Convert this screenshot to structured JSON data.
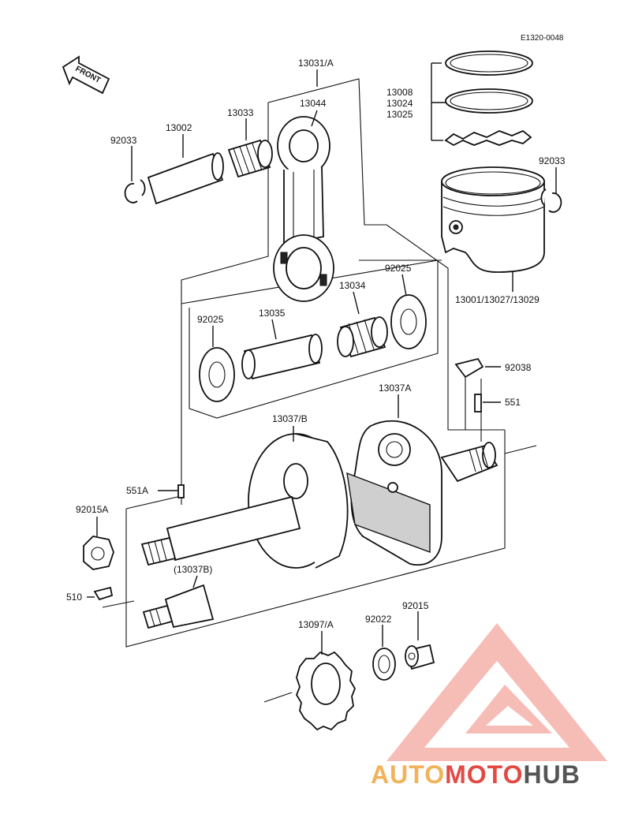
{
  "diagram_code": "E1320-0048",
  "front_label": "FRONT",
  "labels": {
    "rod_assy": "13031/A",
    "connecting_rod": "13044",
    "needle_small": "13033",
    "piston_pin": "13002",
    "clip_left": "92033",
    "clip_right": "92033",
    "rings": [
      "13008",
      "13024",
      "13025"
    ],
    "piston": "13001/13027/13029",
    "washer_right": "92025",
    "washer_left": "92025",
    "crank_pin": "13035",
    "needle_big": "13034",
    "key_right": "92038",
    "pin_right": "551",
    "flywheel_right": "13037A",
    "flywheel_left": "13037/B",
    "pin_left": "551A",
    "nut_left": "92015A",
    "shaft_ref": "(13037B)",
    "key_left": "510",
    "gear": "13097/A",
    "washer_gear": "92022",
    "nut_gear": "92015"
  },
  "watermark": {
    "part1": "AUTO",
    "part2": "MOTO",
    "part3": "HUB",
    "color_light": "#f2b25a",
    "color_red": "#e24a44",
    "color_gray": "#555555"
  }
}
